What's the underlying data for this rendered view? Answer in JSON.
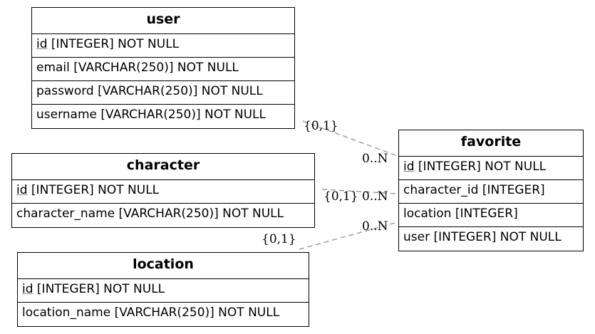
{
  "entities": {
    "user": {
      "title": "user",
      "rows": [
        {
          "pk": "id",
          "rest": " [INTEGER] NOT NULL"
        },
        {
          "text": "email [VARCHAR(250)] NOT NULL"
        },
        {
          "text": "password [VARCHAR(250)] NOT NULL"
        },
        {
          "text": "username [VARCHAR(250)] NOT NULL"
        }
      ]
    },
    "character": {
      "title": "character",
      "rows": [
        {
          "pk": "id",
          "rest": " [INTEGER] NOT NULL"
        },
        {
          "text": "character_name [VARCHAR(250)] NOT NULL"
        }
      ]
    },
    "location": {
      "title": "location",
      "rows": [
        {
          "pk": "id",
          "rest": " [INTEGER] NOT NULL"
        },
        {
          "text": "location_name [VARCHAR(250)] NOT NULL"
        }
      ]
    },
    "favorite": {
      "title": "favorite",
      "rows": [
        {
          "pk": "id",
          "rest": " [INTEGER] NOT NULL"
        },
        {
          "text": "character_id [INTEGER]"
        },
        {
          "text": "location [INTEGER]"
        },
        {
          "text": "user [INTEGER] NOT NULL"
        }
      ]
    }
  },
  "relations": {
    "user_favorite": {
      "from_card": "{0,1}",
      "to_card": "0..N"
    },
    "character_favorite": {
      "from_card": "{0,1}",
      "to_card": "0..N"
    },
    "location_favorite": {
      "from_card": "{0,1}",
      "to_card": "0..N"
    }
  },
  "colors": {
    "border": "#000000",
    "connector": "#888888",
    "pk_underline": "#888888"
  }
}
